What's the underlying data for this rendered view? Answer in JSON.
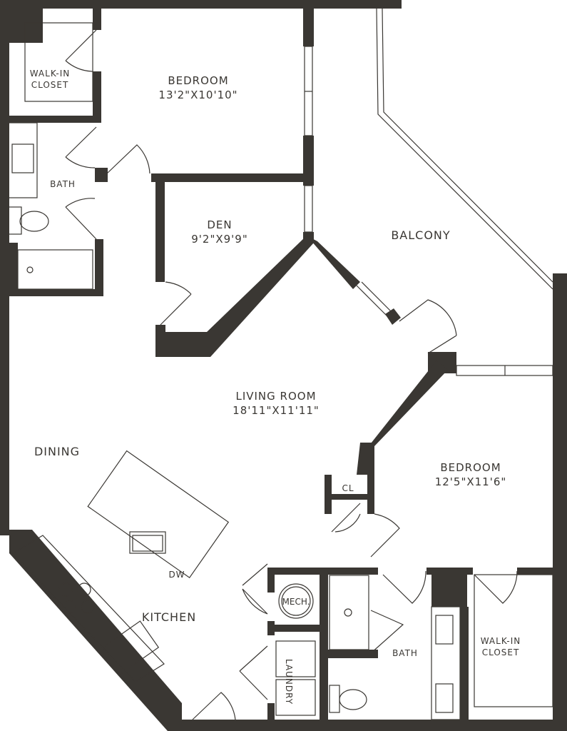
{
  "colors": {
    "wall": "#3a3733",
    "fixture": "#3a3733",
    "background": "#ffffff"
  },
  "rooms": {
    "bedroom1": {
      "name": "BEDROOM",
      "dims": "13'2\"X10'10\""
    },
    "den": {
      "name": "DEN",
      "dims": "9'2\"X9'9\""
    },
    "balcony": {
      "name": "BALCONY"
    },
    "living": {
      "name": "LIVING ROOM",
      "dims": "18'11\"X11'11\""
    },
    "dining": {
      "name": "DINING"
    },
    "bedroom2": {
      "name": "BEDROOM",
      "dims": "12'5\"X11'6\""
    },
    "kitchen": {
      "name": "KITCHEN"
    },
    "closet_cl": {
      "name": "CL"
    },
    "mech": {
      "name": "MECH."
    },
    "laundry": {
      "name": "LAUNDRY"
    },
    "bath1": {
      "name": "BATH"
    },
    "bath2": {
      "name": "BATH"
    },
    "walkin1": {
      "line1": "WALK-IN",
      "line2": "CLOSET"
    },
    "walkin2": {
      "line1": "WALK-IN",
      "line2": "CLOSET"
    },
    "dw": {
      "name": "DW"
    }
  }
}
